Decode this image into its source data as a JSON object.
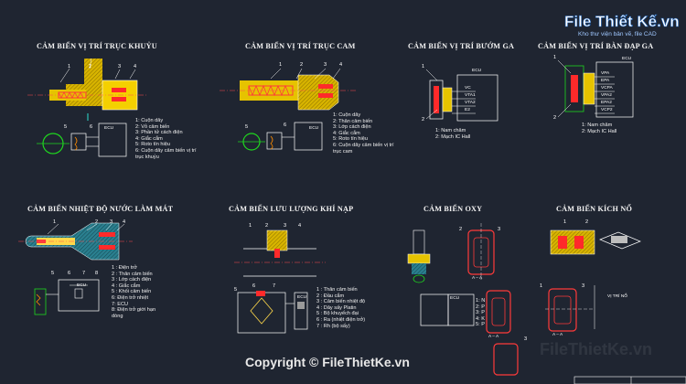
{
  "brand": {
    "name": "File Thiết Kế.vn",
    "sub": "Kho thư viện bản vẽ, file CAD"
  },
  "copyright": "Copyright © FileThietKe.vn",
  "watermark": "FileThietKe.vn",
  "ecu_label": "ECU",
  "section_ab": "A – A",
  "panels": {
    "crank": {
      "title": "CẢM BIẾN VỊ TRÍ TRỤC KHUỶU",
      "legend": [
        "1: Cuộn dây",
        "2: Vỏ cảm biến",
        "3: Phần tử cách điện",
        "4: Giắc cắm",
        "5: Roto tín hiệu",
        "6: Cuộn dây cảm biến vị trí",
        "trục khuỷu"
      ]
    },
    "cam": {
      "title": "CẢM BIẾN VỊ TRÍ TRỤC CAM",
      "legend": [
        "1: Cuộn dây",
        "2: Thân cảm biến",
        "3: Lớp cách điện",
        "4: Giắc cắm",
        "5: Roto tín hiệu",
        "6: Cuộn dây cảm biến vị trí",
        "trục cam"
      ]
    },
    "throttle": {
      "title": "CẢM BIẾN VỊ TRÍ BƯỚM GA",
      "legend": [
        "1: Nam châm",
        "2: Mạch IC Hall"
      ],
      "pins": [
        "VC",
        "VTA1",
        "VTA2",
        "E2"
      ]
    },
    "pedal": {
      "title": "CẢM BIẾN VỊ TRÍ BÀN ĐẠP GA",
      "legend": [
        "1: Nam châm",
        "2: Mạch IC Hall"
      ],
      "pins": [
        "VPA",
        "EPA",
        "VCPA",
        "VPA2",
        "EPA2",
        "VCP2"
      ]
    },
    "coolant": {
      "title": "CẢM BIẾN NHIỆT ĐỘ NƯỚC LÀM MÁT",
      "legend": [
        "1 : Điện trở",
        "2 : Thân cảm biến",
        "3 : Lớp cách điện",
        "4 : Giắc cắm",
        "5 : Khối cảm biến",
        "6: Điện trở nhiệt",
        "7: ECU",
        "8: Điện trở giới hạn",
        "dòng"
      ]
    },
    "maf": {
      "title": "CẢM BIẾN LƯU LƯỢNG KHÍ NẠP",
      "legend": [
        "1 : Thân cảm biến",
        "2 : Đầu cắm",
        "3 : Cảm biến nhiệt độ",
        "4 : Dây sấy Platin",
        "5 : Bộ khuyếch đại",
        "6 : Ra (nhiệt điện trở)",
        "7 : Rh (bộ sấy)"
      ]
    },
    "oxygen": {
      "title": "CẢM BIẾN OXY",
      "pins": [
        "1: N",
        "2: P",
        "3: P",
        "4: K",
        "5: P"
      ]
    },
    "knock": {
      "title": "CẢM BIẾN KÍCH NỔ",
      "note": "VỊ TRÍ NỔ"
    }
  }
}
